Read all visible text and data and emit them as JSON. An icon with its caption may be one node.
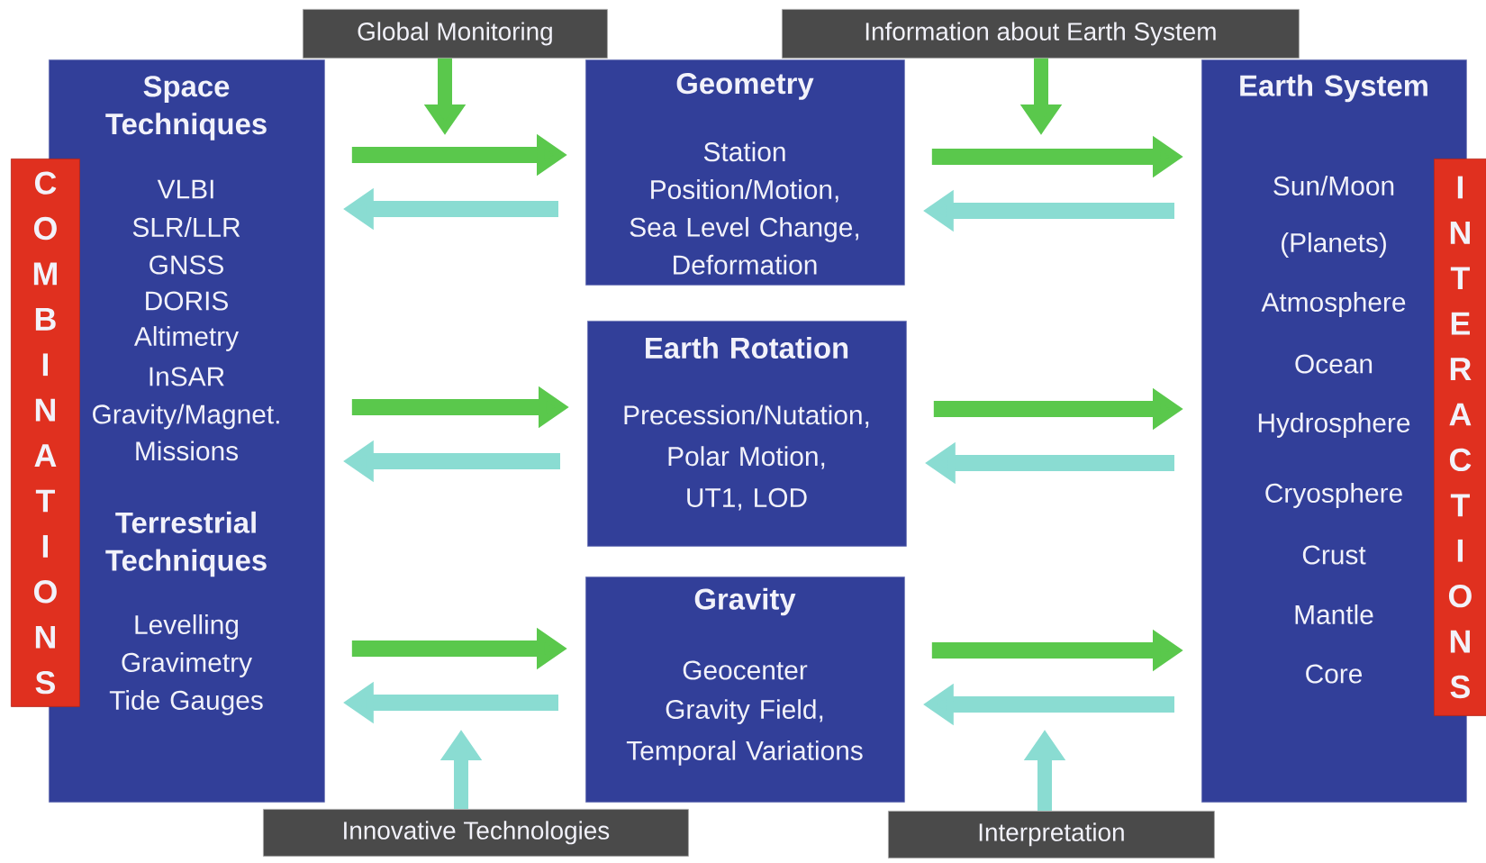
{
  "diagram": {
    "nodes": [
      {
        "text": [
          "Space Techniques",
          "VLBI",
          "SLR/LLR",
          "GNSS",
          "DORIS",
          "Altimetry",
          "InSAR",
          "Gravity/Magnet. Missions",
          "Terrestrial Techniques",
          "Levelling",
          "Gravimetry",
          "Tide Gauges"
        ]
      },
      {
        "text": [
          "COMBINATIONS"
        ]
      },
      {
        "text": [
          "Global Monitoring"
        ]
      },
      {
        "text": [
          "Information about Earth System"
        ]
      },
      {
        "text": [
          "Geometry",
          "Station Position/Motion, Sea Level Change, Deformation"
        ]
      },
      {
        "text": [
          "Earth Rotation",
          "Precession/Nutation, Polar Motion, UT1, LOD"
        ]
      },
      {
        "text": [
          "Gravity",
          "Geocenter",
          "Gravity Field, Temporal Variations"
        ]
      },
      {
        "text": [
          "Earth System",
          "Sun/Moon",
          "(Planets)",
          "Atmosphere",
          "Ocean",
          "Hydrosphere",
          "Cryosphere",
          "Crust",
          "Mantle",
          "Core"
        ]
      },
      {
        "text": [
          "INTERACTIONS"
        ]
      },
      {
        "text": [
          "Innovative Technologies"
        ]
      },
      {
        "text": [
          "Interpretation"
        ]
      }
    ],
    "edges": [
      {
        "from": 0,
        "to": 4,
        "arrow": "to",
        "color": "#5ac84c"
      },
      {
        "from": 4,
        "to": 0,
        "arrow": "to",
        "color": "#8adcd2"
      },
      {
        "from": 0,
        "to": 5,
        "arrow": "to",
        "color": "#5ac84c"
      },
      {
        "from": 5,
        "to": 0,
        "arrow": "to",
        "color": "#8adcd2"
      },
      {
        "from": 0,
        "to": 6,
        "arrow": "to",
        "color": "#5ac84c"
      },
      {
        "from": 6,
        "to": 0,
        "arrow": "to",
        "color": "#8adcd2"
      },
      {
        "from": 4,
        "to": 7,
        "arrow": "to",
        "color": "#5ac84c"
      },
      {
        "from": 7,
        "to": 4,
        "arrow": "to",
        "color": "#8adcd2"
      },
      {
        "from": 5,
        "to": 7,
        "arrow": "to",
        "color": "#5ac84c"
      },
      {
        "from": 7,
        "to": 5,
        "arrow": "to",
        "color": "#8adcd2"
      },
      {
        "from": 6,
        "to": 7,
        "arrow": "to",
        "color": "#5ac84c"
      },
      {
        "from": 7,
        "to": 6,
        "arrow": "to",
        "color": "#8adcd2"
      },
      {
        "from": 2,
        "to": null,
        "arrow": "to",
        "color": "#5ac84c"
      },
      {
        "from": 3,
        "to": null,
        "arrow": "to",
        "color": "#5ac84c"
      },
      {
        "from": 9,
        "to": null,
        "arrow": "to",
        "color": "#8adcd2"
      },
      {
        "from": 10,
        "to": null,
        "arrow": "to",
        "color": "#8adcd2"
      }
    ]
  }
}
